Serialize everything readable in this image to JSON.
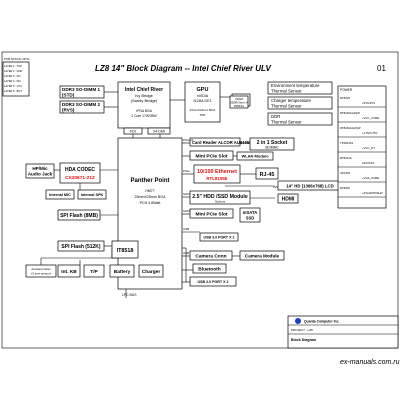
{
  "header": {
    "title": "LZ8 14\" Block Diagram -- Intel Chief River ULV",
    "page_no": "01"
  },
  "pcb_stackup": {
    "title": "PCB STACK UP 6L",
    "layers": [
      "LAYER 1 : TOP",
      "LAYER 2 : GND",
      "LAYER 3 : IN1",
      "LAYER 4 : IN2",
      "LAYER 5 : VCC",
      "LAYER 6 : BOT"
    ]
  },
  "blocks": {
    "ddr3_std": [
      "DDR3 SO-DIMM 1",
      "(STD)"
    ],
    "ddr3_rvs": [
      "DDR3 SO-DIMM 2",
      "(RVS)"
    ],
    "cpu": [
      "Intel Chief River",
      "Ivy Bridge",
      "(Sandy Bridge)",
      "rPGA  BGA",
      "2 Core 17W/35W"
    ],
    "gpu": [
      "GPU",
      "nVIDIA",
      "N13M-GE1",
      "23mmX23mm  BGA",
      "TDP"
    ],
    "gpu_vram": [
      "VRAM",
      "GDDR3 Mem x4",
      "256M/1G"
    ],
    "env_temp": [
      "Environment temperature",
      "Thermal Sensor"
    ],
    "charger_temp": [
      "Charger temperature",
      "Thermal Sensor"
    ],
    "ddr_temp": [
      "DDR",
      "Thermal Sensor"
    ],
    "fdi": "FDI",
    "x4dmi": "X4 DMI",
    "card_reader": "Card Reader ALCOR AU6435B52",
    "card_socket": [
      "2 in 1 Socket",
      "SD/MMC"
    ],
    "mini_pcie_wlan": "Mini PCIe Slot",
    "wlan_module": "WLAN Module",
    "ethernet": [
      "10/100 Ethernet",
      "RTL8105E"
    ],
    "rj45": "RJ-45",
    "hdd": [
      "2.5\" HDD /SSD Module",
      "Options"
    ],
    "lcd": "14\" HD (1366x768) LCD",
    "lvds": "LVDS",
    "hdmi": "HDMI",
    "mini_pcie_msata": "Mini PCIe Slot",
    "msata": [
      "mSATA",
      "SSD"
    ],
    "usb30": "USB 3.0 PORT X 2",
    "camera_conn": "Camera Conn",
    "camera_module": "Camera Module",
    "bluetooth": "Bluetooth",
    "usb20": "USB 2.0 PORT X 2",
    "pch": [
      "Panther Point",
      "HM77",
      "25mmX25mm BGA",
      "PCH 3.8Watt"
    ],
    "hp_mic": [
      "HP/Mic",
      "Audio Jack"
    ],
    "hda_codec": [
      "HDA CODEC",
      "CX20671-21Z"
    ],
    "internal_mic": "Internal MIC",
    "internal_spk": "Internal SPK",
    "spi_flash_8mb": "SPI Flash (8MB)",
    "spi_flash_512k": "SPI Flash (512K)",
    "ec": "IT8518",
    "lpc_bus": "LPC BUS",
    "accelerometer": [
      "Accelerometer",
      "(3 axis sensor)"
    ],
    "int_kb": "Int. KB",
    "tp": "T/P",
    "battery": "Battery",
    "charger": "Charger"
  },
  "bus_labels": {
    "pcie1": "PCIe x1",
    "pcie2": "PCIe",
    "sata1": "SATA",
    "sata2": "SATA",
    "usb1": "USB",
    "usb2": "USB",
    "usb3": "USB",
    "usb4": "USB",
    "lvds": "LVDS",
    "hdmi_link": "HDMI"
  },
  "power": {
    "title": "POWER",
    "items": [
      "RT8235",
      "+5VS/3VS",
      "RT8239ALZQW",
      "+VCC_CORE",
      "RT8239AGZQW",
      "+1.5V/0.75V",
      "TPS51461",
      "+VCC_GT",
      "RT8231A",
      "CPU/GFX",
      "UP1603",
      "+VGA_CORE",
      "RT8206",
      "+3VALW/5VALW"
    ]
  },
  "titleblock": {
    "company": "Quanta Computer Inc.",
    "project": "PROJECT : LZ8",
    "doc": "Block Diagram"
  },
  "watermark": "ex-manuals.com.ru",
  "colors": {
    "red": "#d11111",
    "blue": "#1a3fc0"
  }
}
